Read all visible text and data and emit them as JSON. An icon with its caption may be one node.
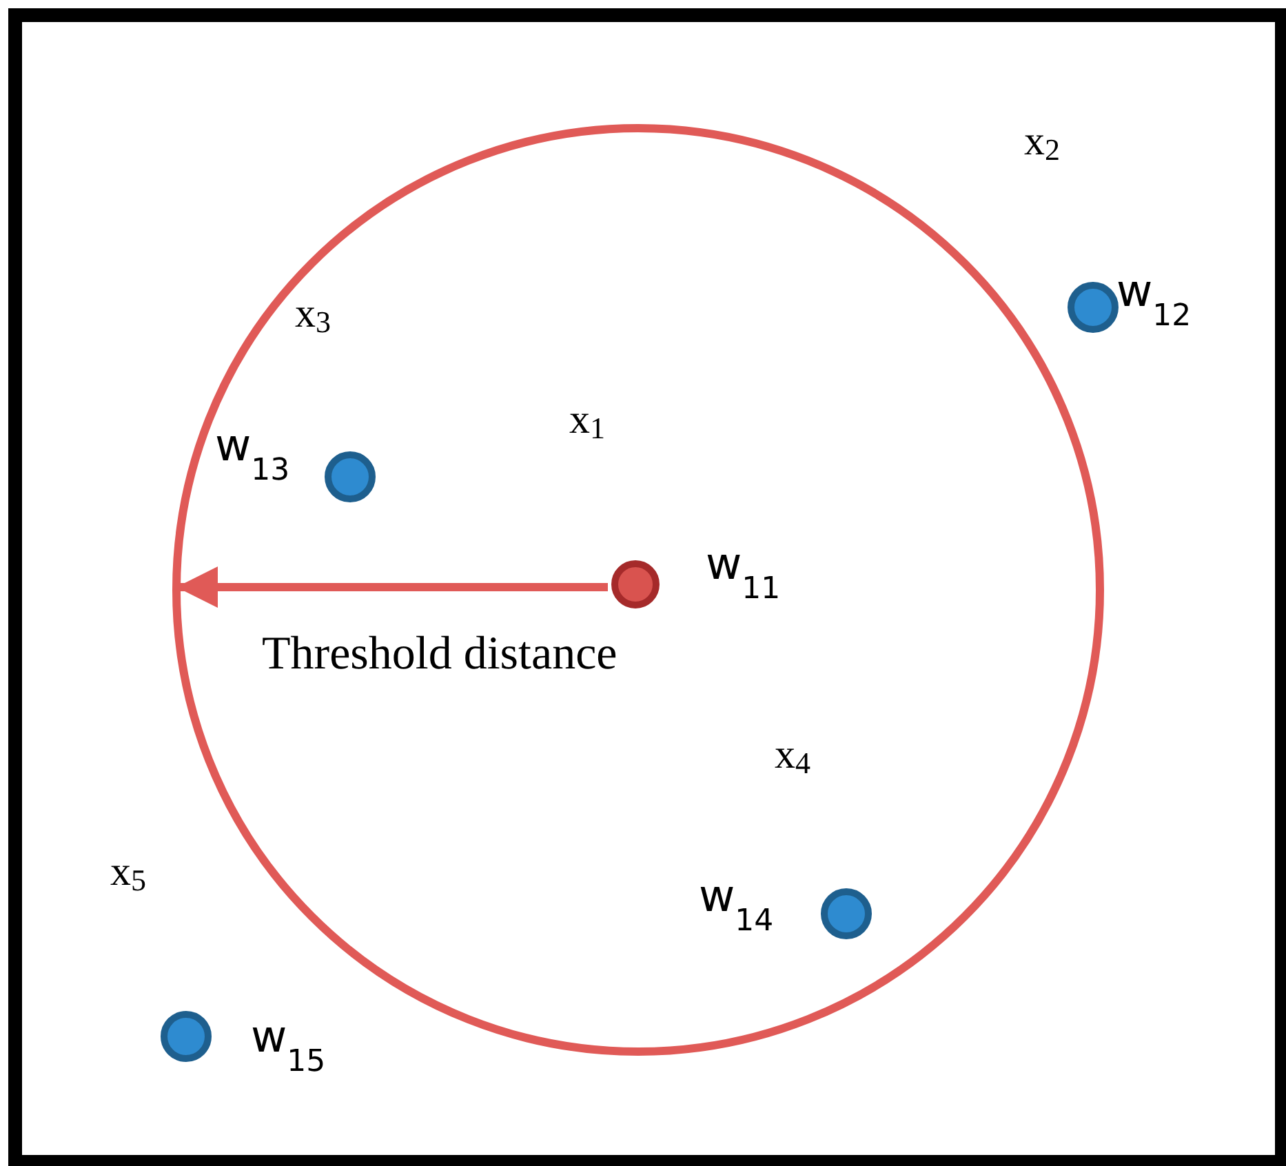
{
  "diagram": {
    "nodes": [
      {
        "text": [],
        "shape": "circle"
      },
      {
        "text": [
          "w$_{11}$"
        ],
        "in": 0
      },
      {
        "text": [
          "w$_{12}$"
        ]
      },
      {
        "text": [
          "w$_{13}$"
        ],
        "in": 0
      },
      {
        "text": [
          "w$_{14}$"
        ],
        "in": 0
      },
      {
        "text": [
          "w$_{15}$"
        ]
      }
    ],
    "edges": [
      {
        "from": 1,
        "to": 0,
        "arrow": "to",
        "label": "Threshold distance"
      }
    ],
    "labels": [
      "x$_{2}$",
      "x$_{3}$",
      "x$_{1}$",
      "x$_{4}$",
      "x$_{5}$"
    ]
  }
}
